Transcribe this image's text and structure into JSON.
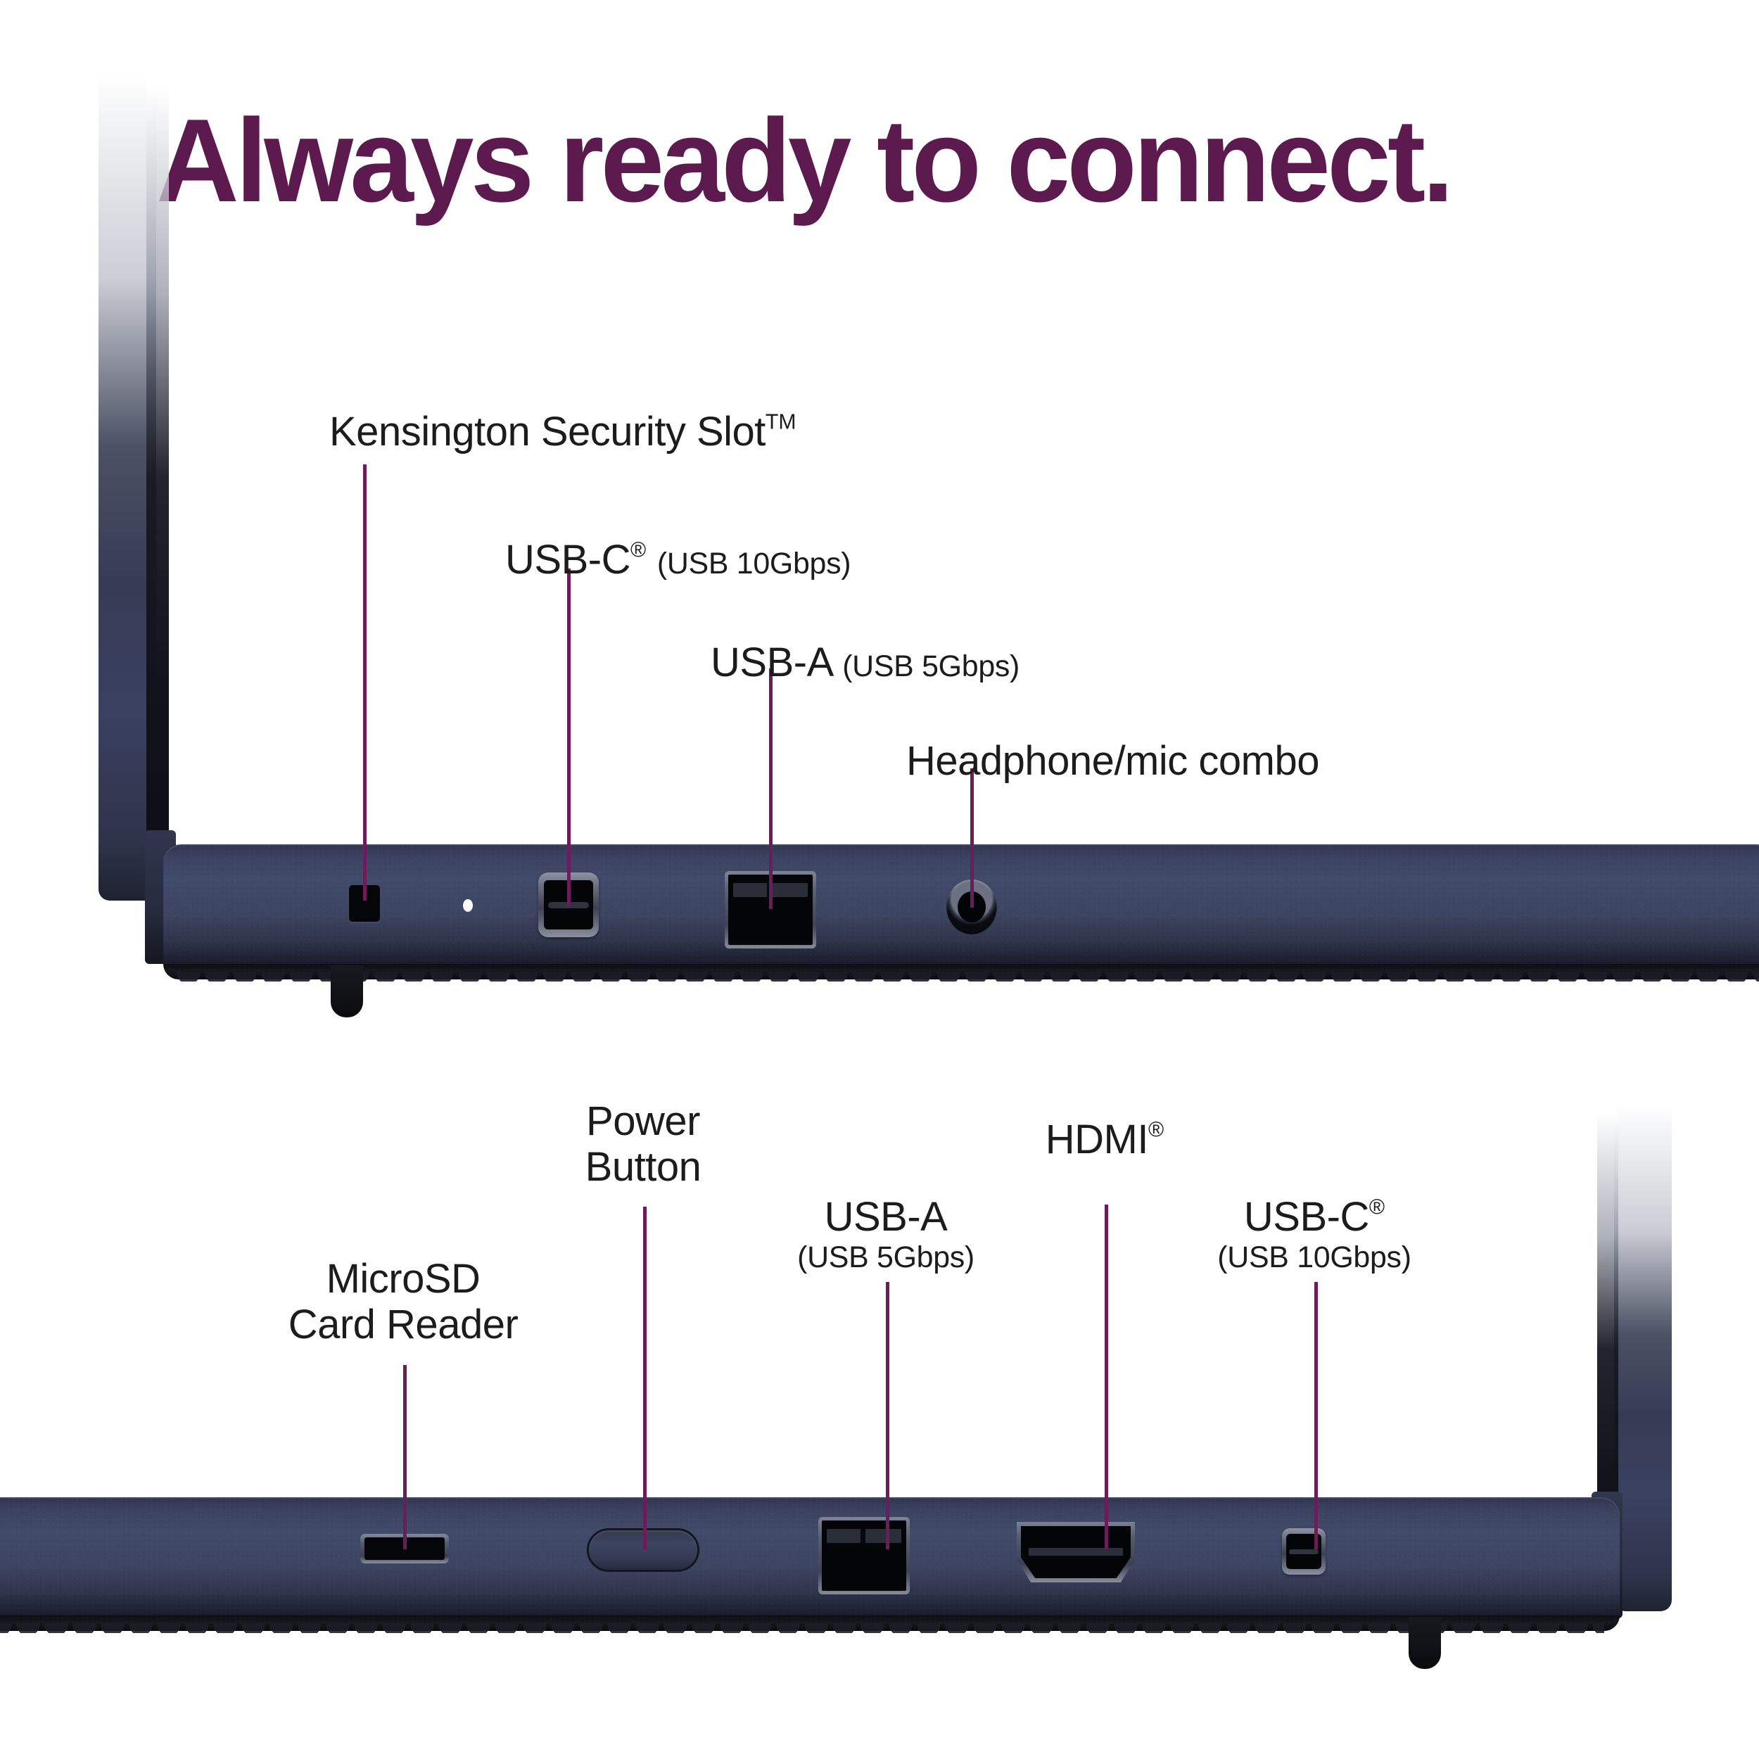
{
  "headline": "Always ready to connect.",
  "colors": {
    "headline": "#5d1a4f",
    "leader_line": "#6c1c5b",
    "label_text": "#1c1c1c",
    "chassis": "#3b4260",
    "background": "#ffffff"
  },
  "top_view": {
    "callouts": [
      {
        "id": "kensington-security-slot",
        "label": "Kensington Security Slot",
        "superscript": "TM",
        "detail": ""
      },
      {
        "id": "usb-c-10gbps",
        "label": "USB-C",
        "superscript": "®",
        "detail": "(USB 10Gbps)"
      },
      {
        "id": "usb-a-5gbps",
        "label": "USB-A",
        "superscript": "",
        "detail": "(USB 5Gbps)"
      },
      {
        "id": "headphone-mic-combo",
        "label": "Headphone/mic combo",
        "superscript": "",
        "detail": ""
      }
    ]
  },
  "bottom_view": {
    "callouts": [
      {
        "id": "microsd-card-reader",
        "label_line1": "MicroSD",
        "label_line2": "Card Reader",
        "superscript": "",
        "detail": ""
      },
      {
        "id": "power-button",
        "label_line1": "Power",
        "label_line2": "Button",
        "superscript": "",
        "detail": ""
      },
      {
        "id": "usb-a-5gbps",
        "label_line1": "USB-A",
        "label_line2": "",
        "superscript": "",
        "detail": "(USB 5Gbps)"
      },
      {
        "id": "hdmi",
        "label_line1": "HDMI",
        "label_line2": "",
        "superscript": "®",
        "detail": ""
      },
      {
        "id": "usb-c-10gbps",
        "label_line1": "USB-C",
        "label_line2": "",
        "superscript": "®",
        "detail": "(USB 10Gbps)"
      }
    ]
  }
}
